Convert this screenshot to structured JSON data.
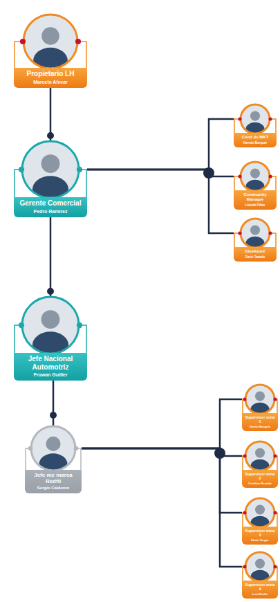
{
  "diagram": {
    "nodes": [
      {
        "text": [
          "Propietario LH",
          "Marcelo Alvear"
        ]
      },
      {
        "text": [
          "Gerente Comercial",
          "Pedro Ramirez"
        ]
      },
      {
        "text": [
          "Cood de MKT",
          "Hernán Barquet"
        ]
      },
      {
        "text": [
          "Community Manager",
          "Lisbeth Piñas"
        ]
      },
      {
        "text": [
          "Diseñador",
          "Dario Tamala"
        ]
      },
      {
        "text": [
          "Jefe Nacional Automotriz",
          "Frowan Guiller"
        ]
      },
      {
        "text": [
          "Jefe me marca Redfil",
          "Sergio Calderon"
        ]
      },
      {
        "text": [
          "Supervisor zona 1",
          "Danilo Mongola"
        ]
      },
      {
        "text": [
          "Supervisor zona 2",
          "Cristhian Recalde"
        ]
      },
      {
        "text": [
          "Supervisor zona 3",
          "Efraín Vargas"
        ]
      },
      {
        "text": [
          "Supervisor zona 4",
          "Luis Murillo"
        ]
      }
    ],
    "edges": [
      {
        "from": 0,
        "to": 1,
        "arrow": "none"
      },
      {
        "from": 1,
        "to": 2,
        "arrow": "none"
      },
      {
        "from": 1,
        "to": 3,
        "arrow": "none"
      },
      {
        "from": 1,
        "to": 4,
        "arrow": "none"
      },
      {
        "from": 1,
        "to": 5,
        "arrow": "none"
      },
      {
        "from": 5,
        "to": 6,
        "arrow": "none"
      },
      {
        "from": 6,
        "to": 7,
        "arrow": "none"
      },
      {
        "from": 6,
        "to": 8,
        "arrow": "none"
      },
      {
        "from": 6,
        "to": 9,
        "arrow": "none"
      },
      {
        "from": 6,
        "to": 10,
        "arrow": "none"
      }
    ]
  }
}
